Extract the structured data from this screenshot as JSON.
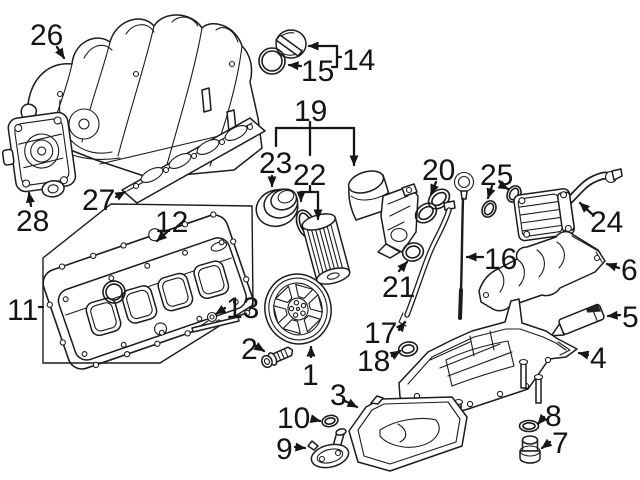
{
  "figure": {
    "type": "exploded-parts-diagram",
    "line_color": "#1c1c1c",
    "background": "#ffffff"
  },
  "callouts": [
    {
      "number": "1",
      "part": "crankshaft-pulley"
    },
    {
      "number": "2",
      "part": "pulley-bolt"
    },
    {
      "number": "3",
      "part": "lower-oil-pan"
    },
    {
      "number": "4",
      "part": "upper-oil-pan"
    },
    {
      "number": "5",
      "part": "sealant"
    },
    {
      "number": "6",
      "part": "oil-baffle"
    },
    {
      "number": "7",
      "part": "drain-plug"
    },
    {
      "number": "8",
      "part": "drain-plug-seal"
    },
    {
      "number": "9",
      "part": "oil-level-sensor"
    },
    {
      "number": "10",
      "part": "sensor-o-ring"
    },
    {
      "number": "11",
      "part": "valve-cover"
    },
    {
      "number": "12",
      "part": "valve-cover-gasket"
    },
    {
      "number": "13",
      "part": "cover-bolt"
    },
    {
      "number": "14",
      "part": "oil-filler-cap"
    },
    {
      "number": "15",
      "part": "filler-cap-seal"
    },
    {
      "number": "16",
      "part": "oil-dipstick"
    },
    {
      "number": "17",
      "part": "dipstick-tube"
    },
    {
      "number": "18",
      "part": "dipstick-tube-o-ring"
    },
    {
      "number": "19",
      "part": "oil-filter-housing"
    },
    {
      "number": "20",
      "part": "filter-housing-gasket"
    },
    {
      "number": "21",
      "part": "filter-housing-seal"
    },
    {
      "number": "22",
      "part": "oil-filter-element"
    },
    {
      "number": "23",
      "part": "oil-filter-cap"
    },
    {
      "number": "24",
      "part": "oil-cooler"
    },
    {
      "number": "25",
      "part": "oil-cooler-o-rings"
    },
    {
      "number": "26",
      "part": "intake-manifold"
    },
    {
      "number": "27",
      "part": "intake-manifold-gasket"
    },
    {
      "number": "28",
      "part": "throttle-body"
    }
  ]
}
